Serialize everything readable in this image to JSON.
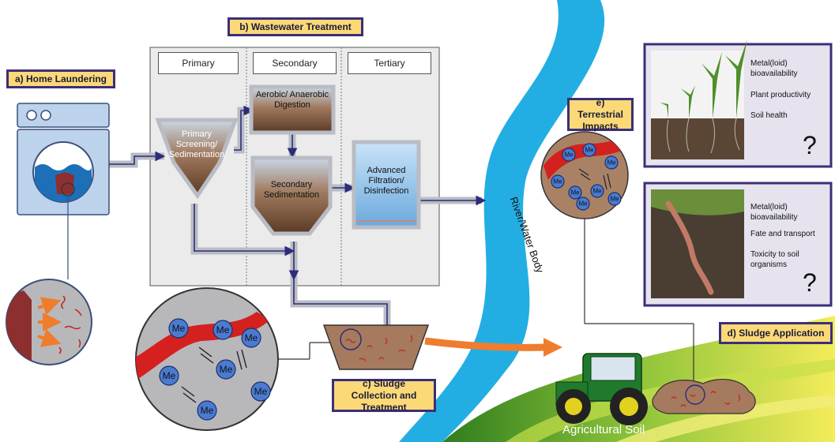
{
  "labels": {
    "a": "a) Home Laundering",
    "b": "b) Wastewater Treatment",
    "c": "c) Sludge Collection and Treatment",
    "d": "d) Sludge Application",
    "e": "e) Terrestrial Impacts"
  },
  "stages": {
    "primary": "Primary",
    "secondary": "Secondary",
    "tertiary": "Tertiary"
  },
  "processes": {
    "primary_screening": "Primary Screening/ Sedimentation",
    "digestion": "Aerobic/ Anaerobic Digestion",
    "secondary_sedimentation": "Secondary Sedimentation",
    "advanced": "Advanced Filtration/ Disinfection"
  },
  "river": "River/Water Body",
  "soil": "Agricultural Soil",
  "metal_symbol": "Me",
  "plant_panel": {
    "items": [
      "Metal(loid) bioavailability",
      "Plant productivity",
      "Soil health"
    ],
    "question": "?"
  },
  "worm_panel": {
    "items": [
      "Metal(loid) bioavailability",
      "Fate and transport",
      "Toxicity to soil organisms"
    ],
    "question": "?"
  }
}
